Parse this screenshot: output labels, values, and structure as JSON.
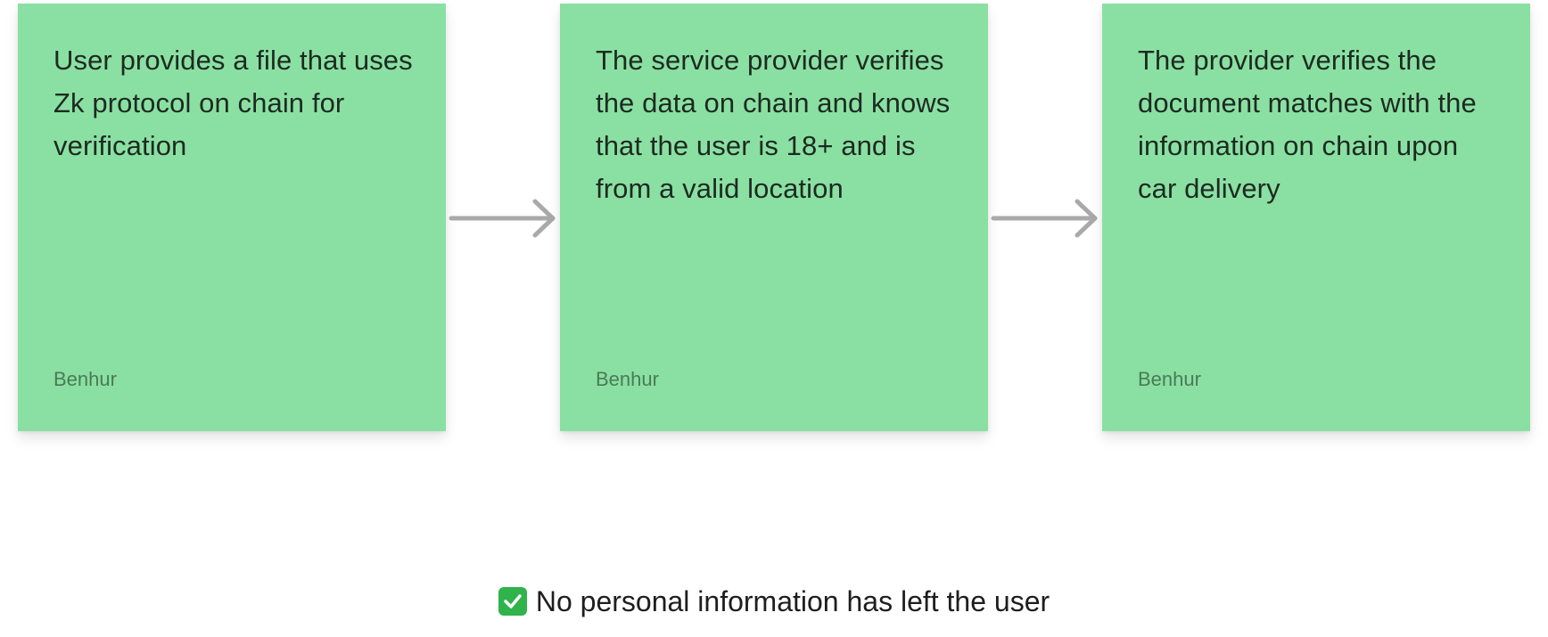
{
  "notes": [
    {
      "text": "User provides a file that uses Zk protocol on chain for verification",
      "author": "Benhur"
    },
    {
      "text": "The service provider verifies the data on chain and knows that the user is 18+ and is from a valid location",
      "author": "Benhur"
    },
    {
      "text": "The provider verifies the document matches with the information on chain upon car delivery",
      "author": "Benhur"
    }
  ],
  "footer": {
    "icon": "check-mark-button-icon",
    "text": "No personal information has left the user"
  },
  "colors": {
    "sticky_background": "#8ae0a3",
    "arrow": "#a9a9a9",
    "check_icon": "#2fb34a"
  }
}
